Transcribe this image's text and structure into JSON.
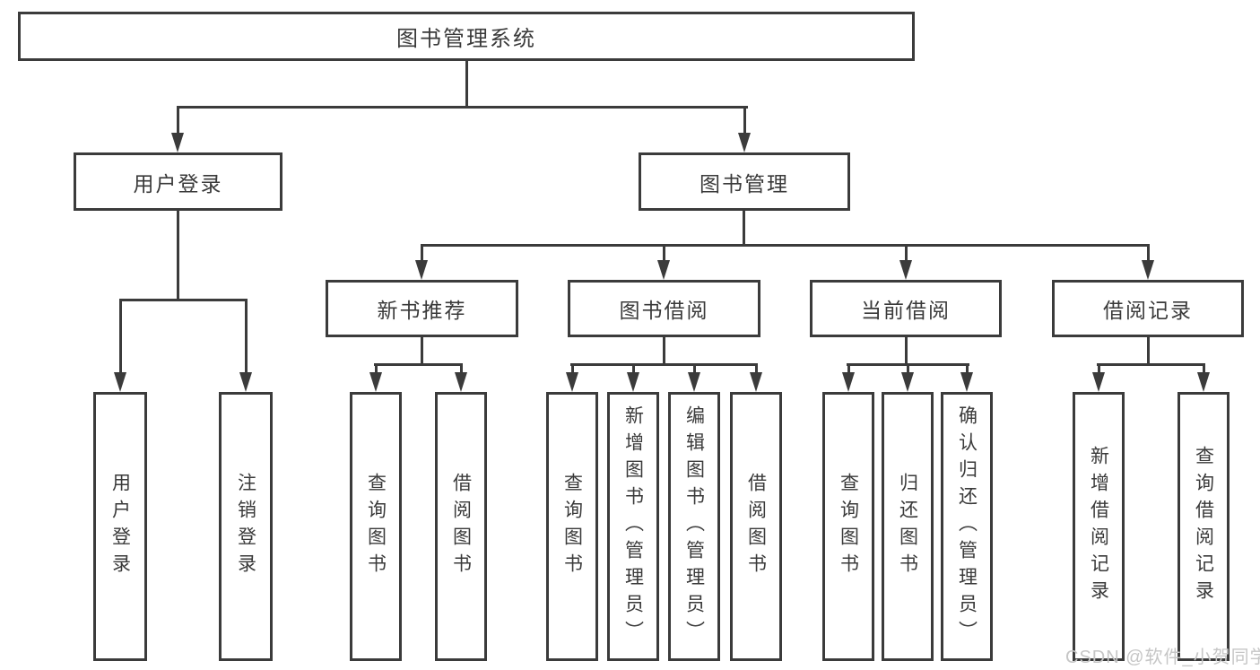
{
  "diagram": {
    "root": {
      "label": "图书管理系统"
    },
    "user_login": {
      "label": "用户登录",
      "children": [
        "用户登录",
        "注销登录"
      ]
    },
    "book_mgmt": {
      "label": "图书管理"
    },
    "new_books": {
      "label": "新书推荐",
      "children": [
        "查询图书",
        "借阅图书"
      ]
    },
    "borrowing": {
      "label": "图书借阅",
      "children": [
        "查询图书",
        "新增图书（管理员）",
        "编辑图书（管理员）",
        "借阅图书"
      ]
    },
    "current": {
      "label": "当前借阅",
      "children": [
        "查询图书",
        "归还图书",
        "确认归还（管理员）"
      ]
    },
    "records": {
      "label": "借阅记录",
      "children": [
        "新增借阅记录",
        "查询借阅记录"
      ]
    }
  },
  "colors": {
    "line": "#3b3b3b",
    "text": "#3a3a3a",
    "background": "#ffffff",
    "watermark": "#c6c6c6"
  },
  "watermark": {
    "text": "CSDN @软件_小贺同学"
  }
}
